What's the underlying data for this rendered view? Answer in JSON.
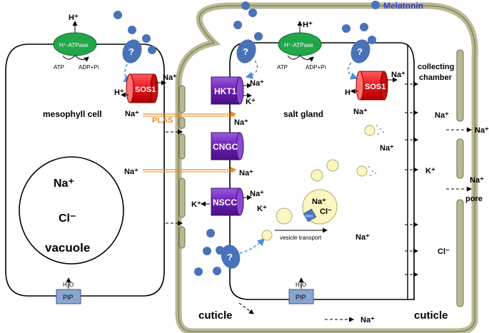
{
  "legend": {
    "melatonin": "Melatonin",
    "color": "#4a72b8"
  },
  "labels": {
    "mesophyll_cell": "mesophyll cell",
    "salt_gland": "salt gland",
    "vacuole": "vacuole",
    "collecting_chamber_1": "collecting",
    "collecting_chamber_2": "chamber",
    "cuticle_left": "cuticle",
    "cuticle_right": "cuticle",
    "pore": "pore",
    "plas": "PLAS",
    "vesicle_transport": "vesicle transport"
  },
  "proteins": {
    "h_atpase": "H⁺-ATPase",
    "sos1": "SOS1",
    "hkt1": "HKT1",
    "cngc": "CNGC",
    "nscc": "NSCC",
    "pip": "PIP",
    "nhx": "NHX",
    "unknown": "?"
  },
  "ions": {
    "na": "Na⁺",
    "k": "K⁺",
    "h": "H⁺",
    "cl": "Cl⁻",
    "atp": "ATP",
    "adp_pi": "ADP+Pi",
    "h2o": "H₂O"
  },
  "colors": {
    "h_atpase": "#22a64a",
    "sos1": "#e8141b",
    "channel": "#6a1fb0",
    "unknown": "#4a72b8",
    "pip": "#8aa6cf",
    "wall": "#b8b893",
    "vesicle": "#fbf7c0",
    "plas_arrow": "#e88a2a",
    "dashed_arrow": "#4a8fd6"
  }
}
